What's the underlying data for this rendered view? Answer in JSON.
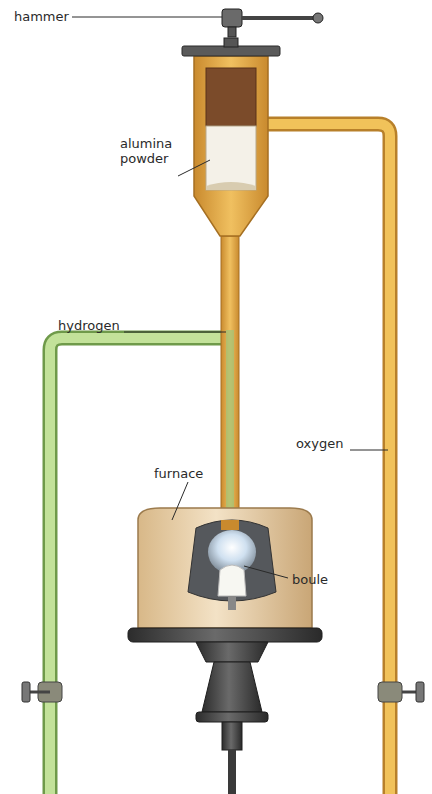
{
  "diagram": {
    "labels": [
      "hammer",
      "alumina powder",
      "hydrogen",
      "oxygen",
      "furnace",
      "boule"
    ]
  }
}
